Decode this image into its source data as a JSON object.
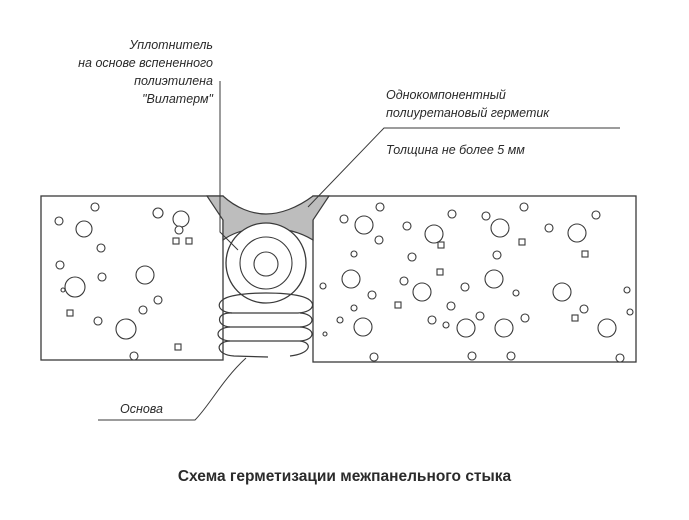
{
  "labels": {
    "insulator": {
      "line1": "Уплотнитель",
      "line2": "на основе вспененного",
      "line3": "полиэтилена",
      "line4": "\"Вилатерм\""
    },
    "sealant": {
      "line1": "Однокомпонентный",
      "line2": "полиуретановый герметик"
    },
    "thickness": "Толщина не более 5 мм",
    "base": "Основа"
  },
  "caption": "Схема герметизации межпанельного стыка",
  "colors": {
    "line": "#3a3a3a",
    "sealant_fill": "#bdbdbd",
    "panel_fill": "#ffffff"
  }
}
